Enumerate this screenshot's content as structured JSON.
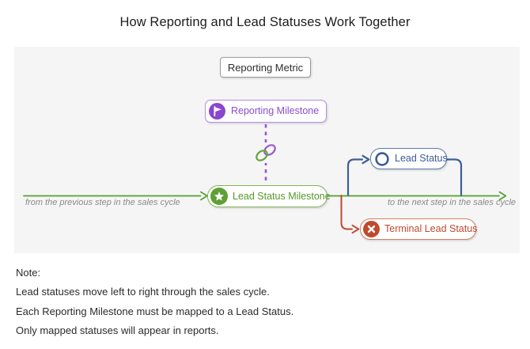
{
  "title": "How Reporting and Lead Statuses Work Together",
  "diagram": {
    "reporting_metric": {
      "label": "Reporting Metric",
      "border_color": "#9a9a9a",
      "text_color": "#2f2f2f"
    },
    "reporting_milestone": {
      "label": "Reporting Milestone",
      "icon": "flag-icon",
      "text_color": "#8d4cd2",
      "icon_fill": "#8b46cf",
      "border_color": "#b98ce4"
    },
    "mapping_link": {
      "icon": "link-rings-icon",
      "green_ring_color": "#67a33a",
      "purple_ring_color": "#9a58d0",
      "dashed_line_color": "#9857d3"
    },
    "lead_status_milestone": {
      "label": "Lead Status Milestone",
      "icon": "star-icon",
      "text_color": "#55982c",
      "icon_fill": "#5fa035",
      "border_color": "#84b257"
    },
    "lead_status": {
      "label": "Lead Status",
      "icon": "circle-icon",
      "text_color": "#3d5c96",
      "icon_stroke": "#3d5c96",
      "border_color": "#5c7bac",
      "connector_color": "#3f5e97"
    },
    "terminal_lead_status": {
      "label": "Terminal Lead Status",
      "icon": "x-circle-icon",
      "text_color": "#bf4930",
      "icon_fill": "#c04a2d",
      "border_color": "#d08166",
      "connector_color": "#c04a2d"
    },
    "flow": {
      "from_caption": "from the previous step in the sales cycle",
      "to_caption": "to the next step in the sales cycle",
      "line_color": "#55a02f",
      "caption_color": "#8b8b8b"
    },
    "panel_bg": "#f5f5f6"
  },
  "notes": {
    "heading": "Note:",
    "lines": [
      "Lead statuses move left to right through the sales cycle.",
      "Each Reporting Milestone must be mapped to a Lead Status.",
      "Only mapped statuses will appear in reports."
    ]
  }
}
